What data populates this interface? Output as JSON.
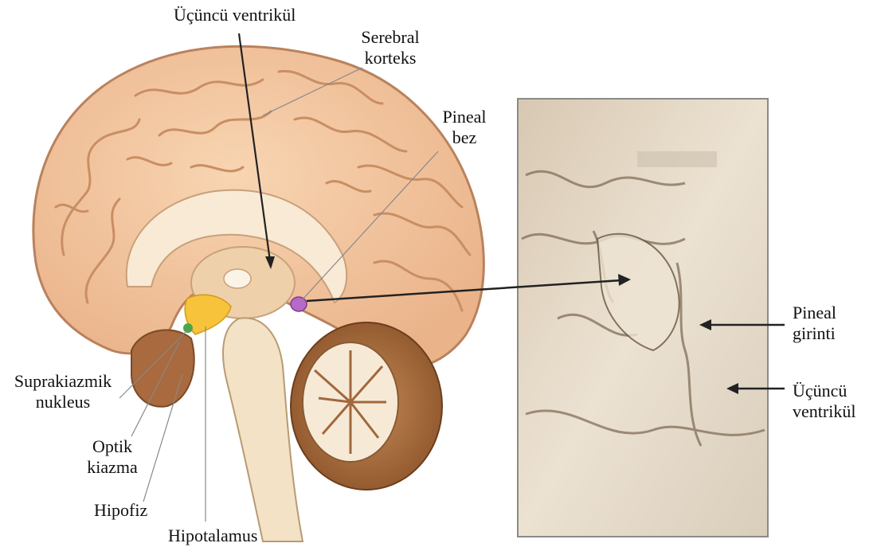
{
  "labels": {
    "third_ventricle_top": "Üçüncü ventrikül",
    "cerebral_cortex_1": "Serebral",
    "cerebral_cortex_2": "korteks",
    "pineal_gland_1": "Pineal",
    "pineal_gland_2": "bez",
    "scn_1": "Suprakiazmik",
    "scn_2": "nukleus",
    "optic_1": "Optik",
    "optic_2": "kiazma",
    "pituitary": "Hipofiz",
    "hypothalamus": "Hipotalamus",
    "pineal_recess_1": "Pineal",
    "pineal_recess_2": "girinti",
    "third_ventricle_photo_1": "Üçüncü",
    "third_ventricle_photo_2": "ventrikül"
  },
  "colors": {
    "cortex": "#f2c39b",
    "cortex_outline": "#b9825c",
    "corpus": "#f8ead5",
    "thalamus": "#eed0aa",
    "hypothalamus": "#f6c33a",
    "scn": "#4aa64a",
    "pineal": "#b66ac8",
    "brainstem": "#f3e2c6",
    "cerebellum": "#a2673c",
    "photo_bg": "#e8dccb",
    "leader_line": "#222222"
  }
}
